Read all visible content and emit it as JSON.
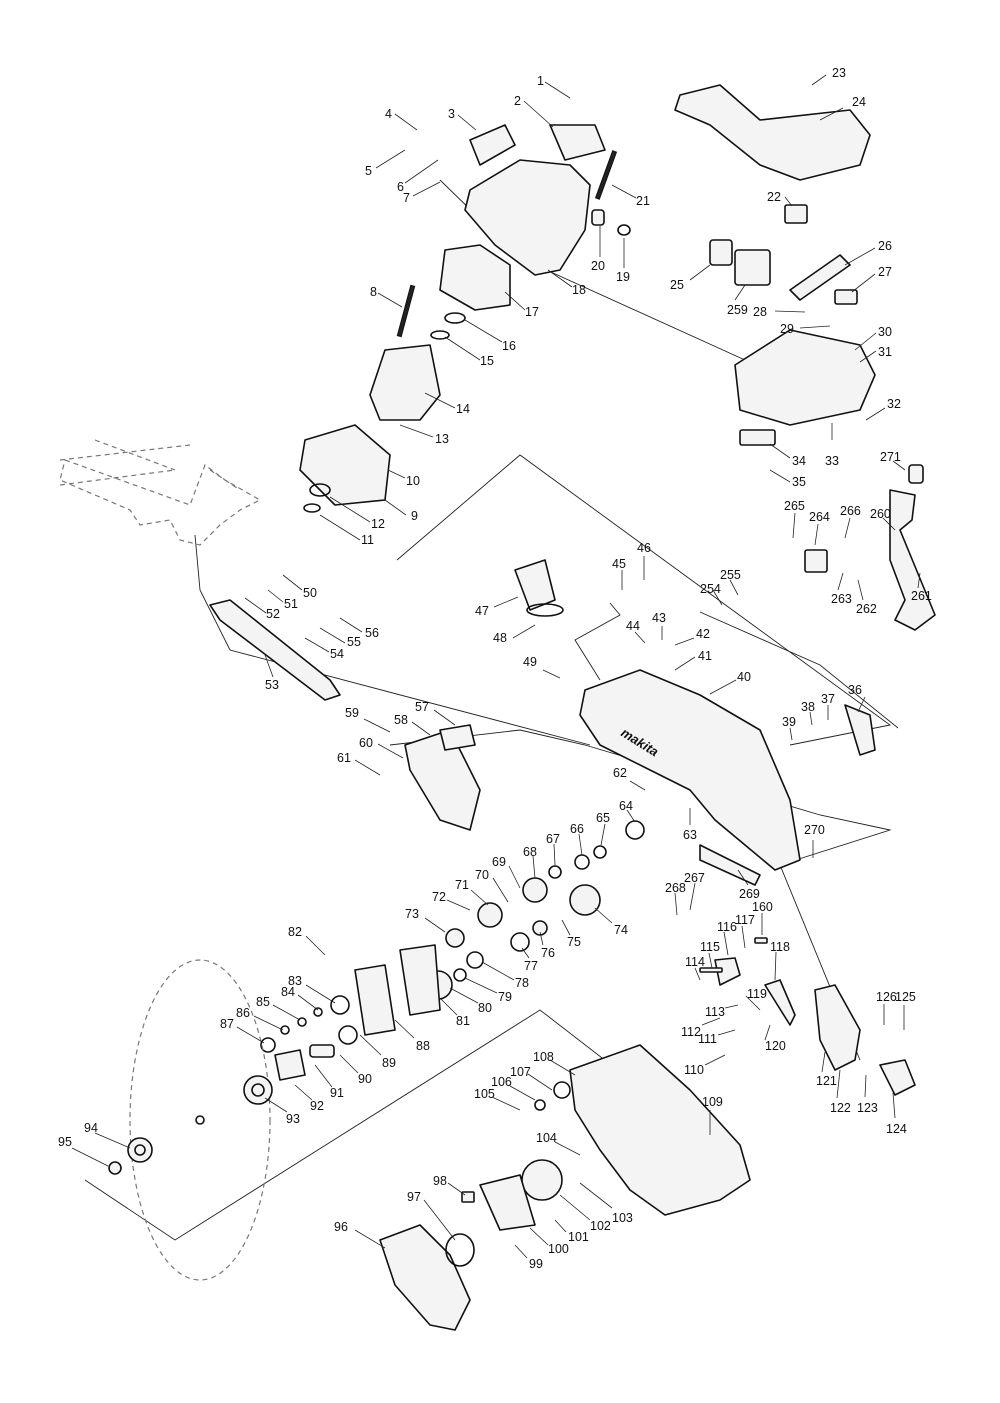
{
  "diagram": {
    "brand_text": "makita",
    "callouts": [
      "1",
      "2",
      "3",
      "4",
      "5",
      "6",
      "7",
      "8",
      "9",
      "10",
      "11",
      "12",
      "13",
      "14",
      "15",
      "16",
      "17",
      "18",
      "19",
      "20",
      "21",
      "22",
      "23",
      "24",
      "25",
      "26",
      "27",
      "28",
      "29",
      "30",
      "31",
      "32",
      "33",
      "34",
      "35",
      "36",
      "37",
      "38",
      "39",
      "40",
      "41",
      "42",
      "43",
      "44",
      "45",
      "46",
      "47",
      "48",
      "49",
      "50",
      "51",
      "52",
      "53",
      "54",
      "55",
      "56",
      "57",
      "58",
      "59",
      "60",
      "61",
      "62",
      "63",
      "64",
      "65",
      "66",
      "67",
      "68",
      "69",
      "70",
      "71",
      "72",
      "73",
      "74",
      "75",
      "76",
      "77",
      "78",
      "79",
      "80",
      "81",
      "82",
      "83",
      "84",
      "85",
      "86",
      "87",
      "88",
      "89",
      "90",
      "91",
      "92",
      "93",
      "94",
      "95",
      "96",
      "97",
      "98",
      "99",
      "100",
      "101",
      "102",
      "103",
      "104",
      "105",
      "106",
      "107",
      "108",
      "109",
      "110",
      "111",
      "112",
      "113",
      "114",
      "115",
      "116",
      "117",
      "118",
      "119",
      "120",
      "121",
      "122",
      "123",
      "124",
      "125",
      "126",
      "160",
      "254",
      "255",
      "259",
      "260",
      "261",
      "262",
      "263",
      "264",
      "265",
      "266",
      "267",
      "268",
      "269",
      "270",
      "271"
    ]
  }
}
